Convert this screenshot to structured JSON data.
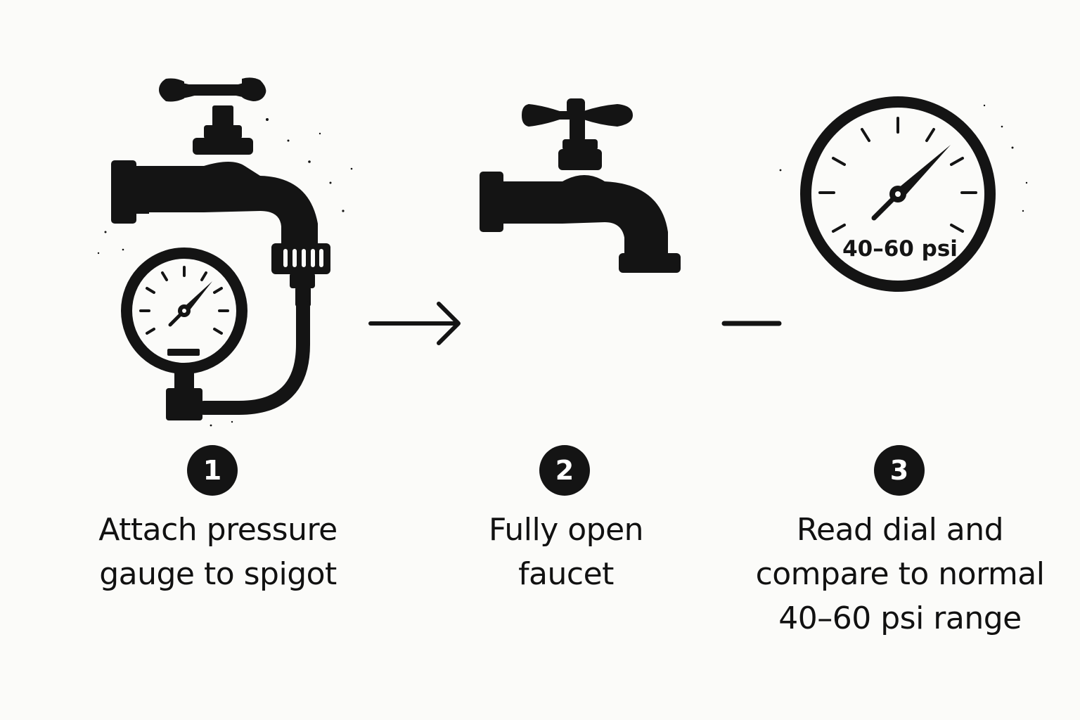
{
  "steps": [
    {
      "number": "1",
      "lines": [
        "Attach pressure",
        "gauge to spigot"
      ],
      "icon": "faucet-with-pressure-gauge-icon"
    },
    {
      "number": "2",
      "lines": [
        "Fully open",
        "faucet"
      ],
      "icon": "faucet-icon"
    },
    {
      "number": "3",
      "lines": [
        "Read dial and",
        "compare to normal",
        "40–60 psi range"
      ],
      "icon": "pressure-dial-icon",
      "dial_text": "40–60 psi"
    }
  ],
  "colors": {
    "background": "#fbfbf9",
    "ink": "#141414"
  }
}
